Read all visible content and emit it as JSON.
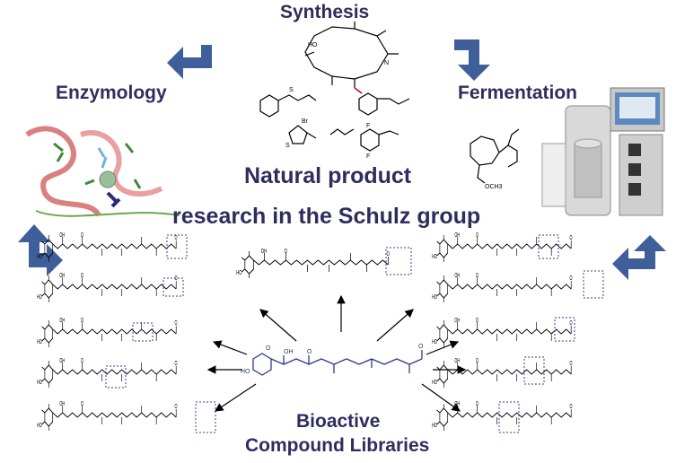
{
  "labels": {
    "synthesis": "Synthesis",
    "enzymology": "Enzymology",
    "fermentation": "Fermentation",
    "title_line1": "Natural product",
    "title_line2": "research in the Schulz group",
    "bottom_line1": "Bioactive",
    "bottom_line2": "Compound Libraries"
  },
  "atom_labels": {
    "ho": "HO",
    "oh": "OH",
    "o": "O",
    "br": "Br",
    "f": "F",
    "s": "S",
    "och3": "OCH3",
    "n": "N"
  },
  "icons": {
    "arrows": "curved-block-arrow",
    "protein": "protein-ribbon-structure",
    "fermenter": "bioreactor-with-control-screen"
  },
  "colors": {
    "text": "#2e2e5e",
    "arrow": "#3f5f9a",
    "central_molecule": "#2e3a8a"
  }
}
